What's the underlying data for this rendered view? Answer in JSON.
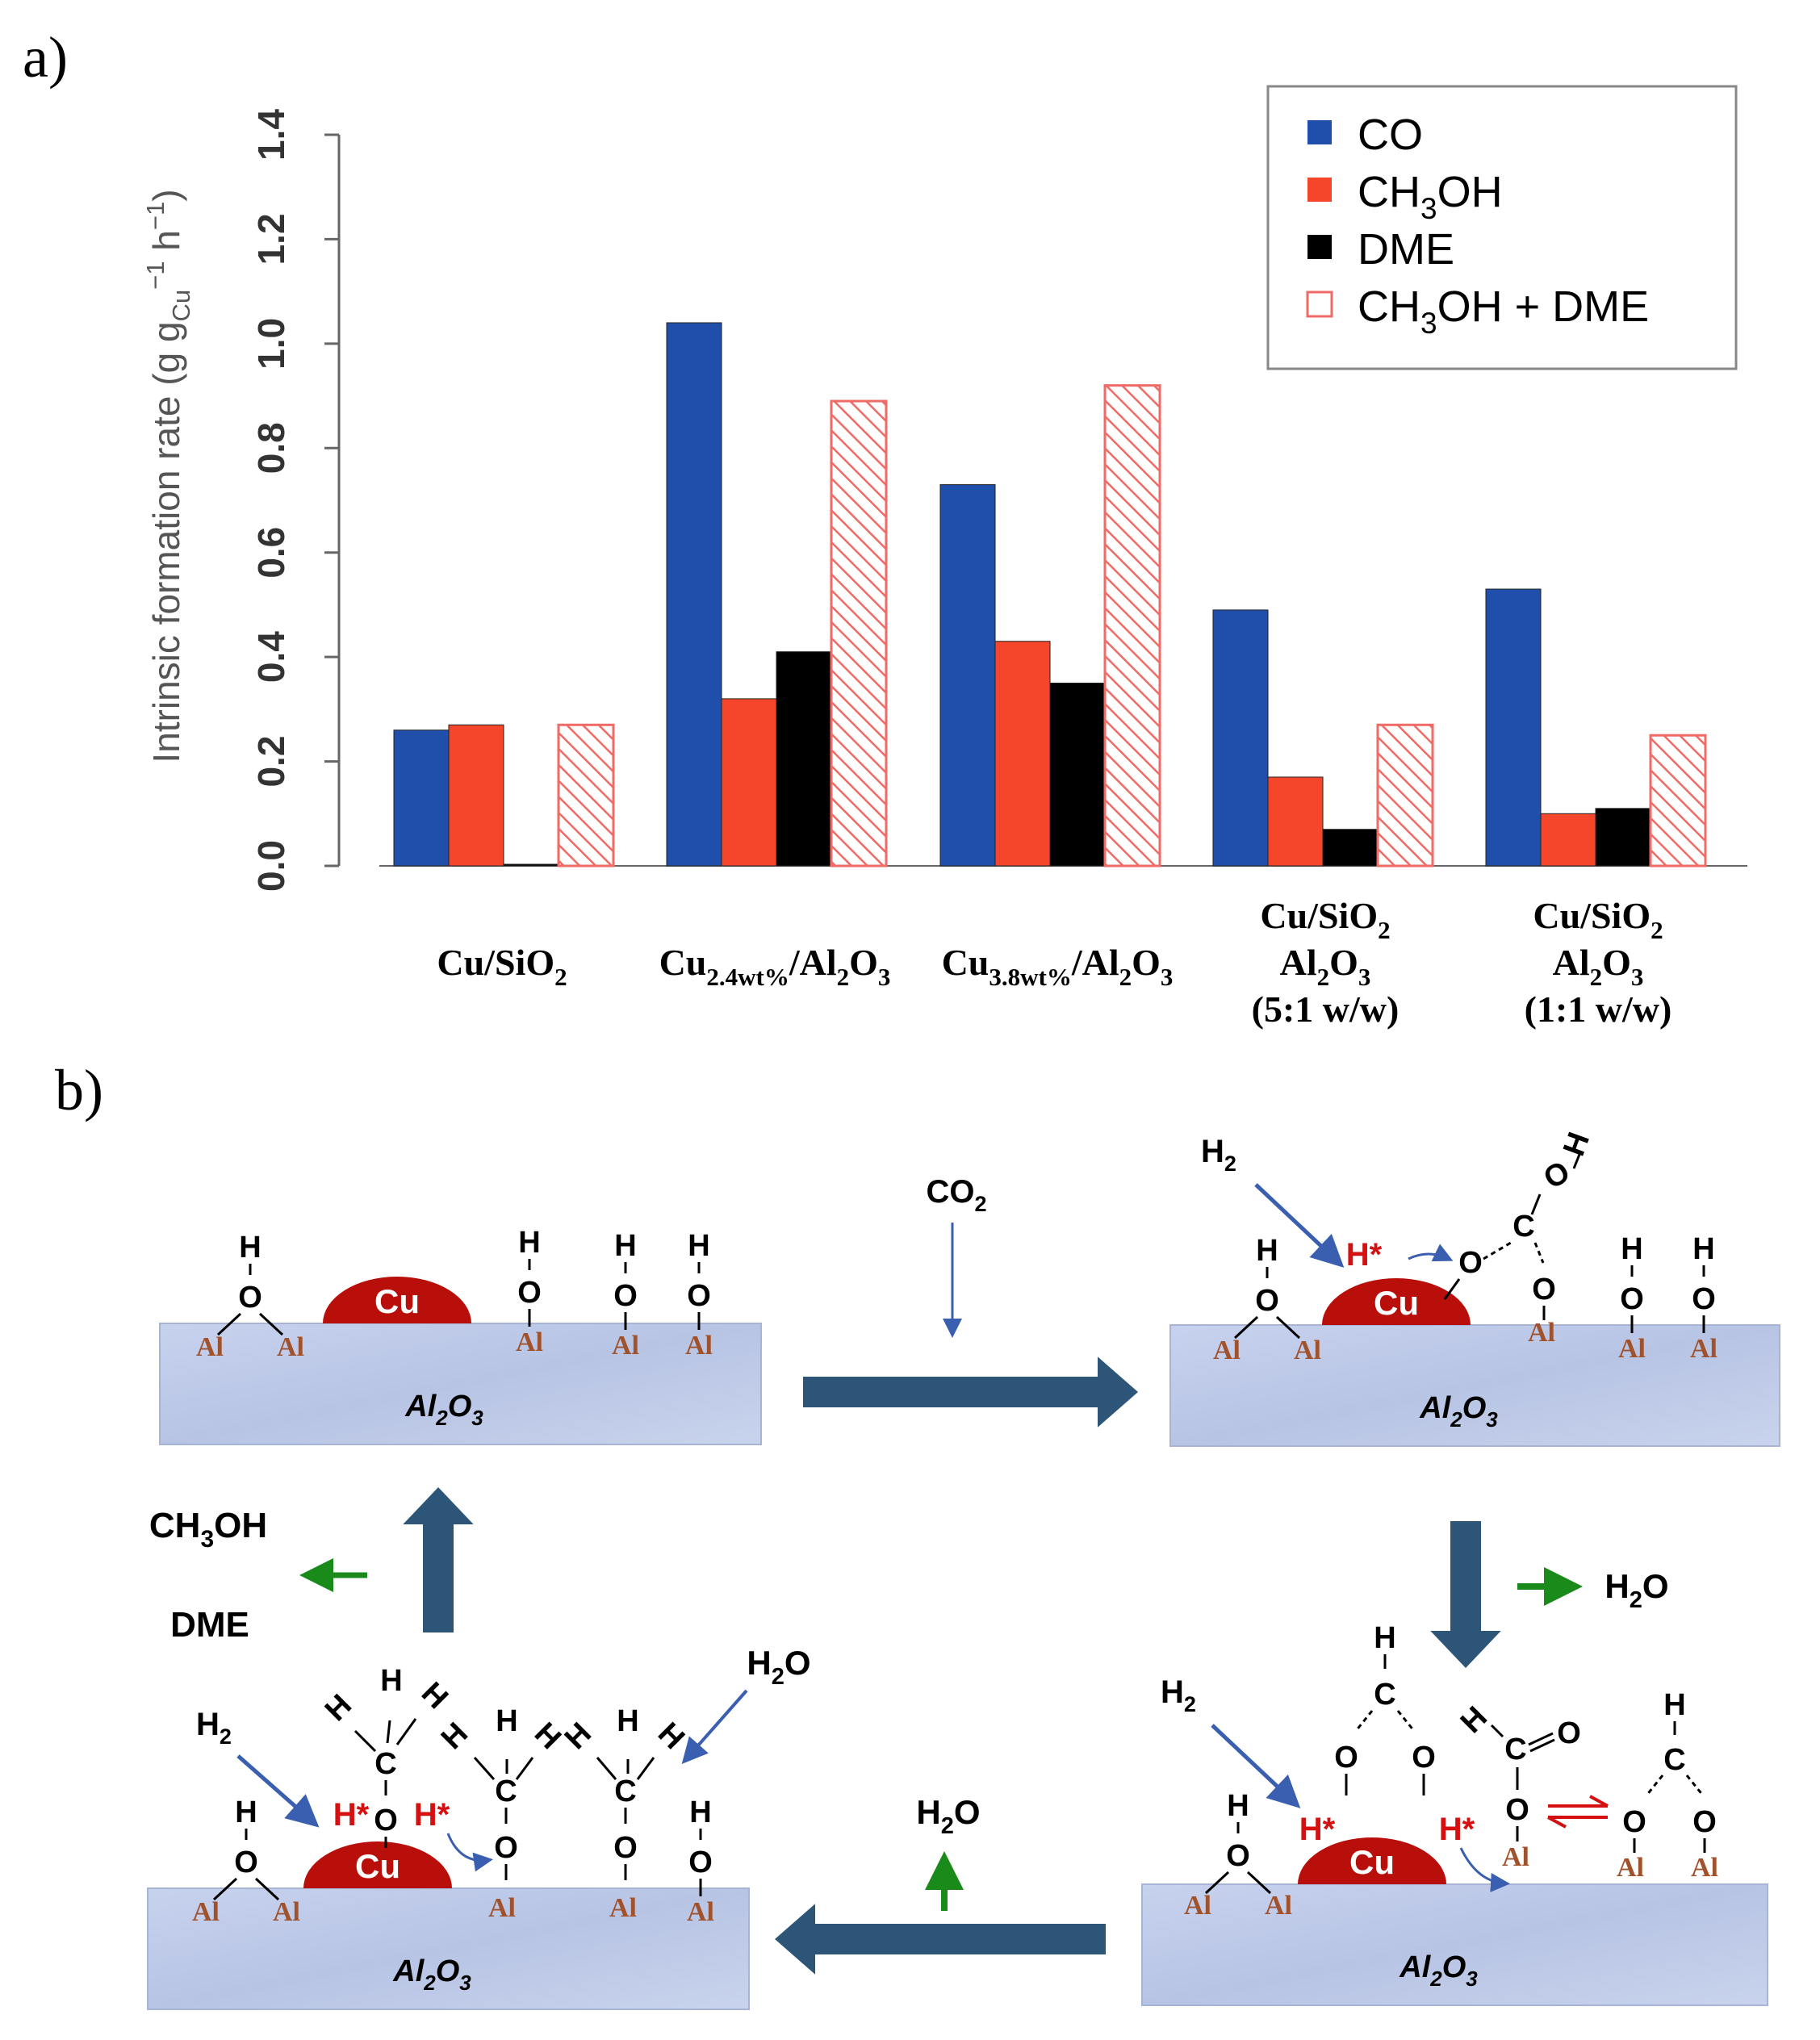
{
  "panel_a": {
    "label": "a)"
  },
  "chart_data": {
    "type": "bar",
    "categories": [
      "Cu/SiO2",
      "Cu2.4wt%/Al2O3",
      "Cu3.8wt%/Al2O3",
      "Cu/SiO2 Al2O3 (5:1 w/w)",
      "Cu/SiO2 Al2O3 (1:1 w/w)"
    ],
    "category_labels": [
      {
        "lines": [
          [
            [
              "Cu/SiO",
              "n"
            ],
            [
              "2",
              "sub"
            ]
          ]
        ]
      },
      {
        "lines": [
          [
            [
              "Cu",
              "n"
            ],
            [
              "2.4wt%",
              "sub"
            ],
            [
              "/Al",
              "n"
            ],
            [
              "2",
              "sub"
            ],
            [
              "O",
              "n"
            ],
            [
              "3",
              "sub"
            ]
          ]
        ]
      },
      {
        "lines": [
          [
            [
              "Cu",
              "n"
            ],
            [
              "3.8wt%",
              "sub"
            ],
            [
              "/Al",
              "n"
            ],
            [
              "2",
              "sub"
            ],
            [
              "O",
              "n"
            ],
            [
              "3",
              "sub"
            ]
          ]
        ]
      },
      {
        "lines": [
          [
            [
              "Cu/SiO",
              "n"
            ],
            [
              "2",
              "sub"
            ]
          ],
          [
            [
              "Al",
              "n"
            ],
            [
              "2",
              "sub"
            ],
            [
              "O",
              "n"
            ],
            [
              "3",
              "sub"
            ]
          ],
          [
            [
              "(5:1 w/w)",
              "n"
            ]
          ]
        ]
      },
      {
        "lines": [
          [
            [
              "Cu/SiO",
              "n"
            ],
            [
              "2",
              "sub"
            ]
          ],
          [
            [
              "Al",
              "n"
            ],
            [
              "2",
              "sub"
            ],
            [
              "O",
              "n"
            ],
            [
              "3",
              "sub"
            ]
          ],
          [
            [
              "(1:1 w/w)",
              "n"
            ]
          ]
        ]
      }
    ],
    "series": [
      {
        "name": "CO",
        "label_parts": [
          [
            "CO",
            "n"
          ]
        ],
        "color": "#1f4faa",
        "style": "solid",
        "values": [
          0.26,
          1.04,
          0.73,
          0.49,
          0.53
        ]
      },
      {
        "name": "CH3OH",
        "label_parts": [
          [
            "CH",
            "n"
          ],
          [
            "3",
            "sub"
          ],
          [
            "OH",
            "n"
          ]
        ],
        "color": "#f5452a",
        "style": "solid",
        "values": [
          0.27,
          0.32,
          0.43,
          0.17,
          0.1
        ]
      },
      {
        "name": "DME",
        "label_parts": [
          [
            "DME",
            "n"
          ]
        ],
        "color": "#000000",
        "style": "solid",
        "values": [
          0.0,
          0.41,
          0.35,
          0.07,
          0.11
        ]
      },
      {
        "name": "CH3OH + DME",
        "label_parts": [
          [
            "CH",
            "n"
          ],
          [
            "3",
            "sub"
          ],
          [
            "OH + DME",
            "n"
          ]
        ],
        "color": "#f06a66",
        "style": "hatched",
        "values": [
          0.27,
          0.89,
          0.92,
          0.27,
          0.25
        ]
      }
    ],
    "ylabel_parts": [
      [
        "Intrinsic formation rate (g g",
        "n"
      ],
      [
        "Cu",
        "sub"
      ],
      [
        "−1",
        "sup"
      ],
      [
        " h",
        "n"
      ],
      [
        "−1",
        "sup"
      ],
      [
        ")",
        "n"
      ]
    ],
    "yticks": [
      "0.0",
      "0.2",
      "0.4",
      "0.6",
      "0.8",
      "1.0",
      "1.2",
      "1.4"
    ],
    "ylim": [
      0,
      1.4
    ],
    "legend_position": "top-right",
    "grid": false
  },
  "panel_b": {
    "label": "b)",
    "colors": {
      "cu": "#b80f0a",
      "arrow_dark": "#2d5577",
      "arrow_blue": "#3a5fb0",
      "arrow_green": "#1a8a1a",
      "h_star": "#d41010",
      "al": "#a0522d",
      "support": "#bcc8e6"
    },
    "support_label": "Al2O3",
    "cu_label": "Cu",
    "al_label": "Al",
    "o_label": "O",
    "h_label": "H",
    "c_label": "C",
    "h_star_label": "H*",
    "reagents": {
      "co2": "CO2",
      "h2": "H2",
      "h2o": "H2O",
      "ch3oh": "CH3OH",
      "dme": "DME"
    }
  }
}
